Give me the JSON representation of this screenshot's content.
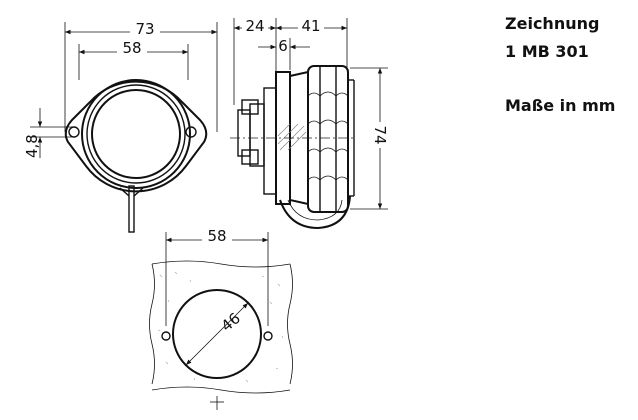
{
  "notes": {
    "drawing_label": "Zeichnung",
    "drawing_number": "1 MB 301",
    "units_note": "Maße in mm"
  },
  "front_view": {
    "dim_overall_width": "73",
    "dim_flange_width": "58",
    "dim_hole": "4,8"
  },
  "side_view": {
    "dim_depth_total": "24",
    "dim_body_depth": "41",
    "dim_flange_thickness": "6",
    "dim_height": "74"
  },
  "cutout_view": {
    "dim_hole_spacing": "58",
    "dim_cutout_diameter": "46"
  }
}
